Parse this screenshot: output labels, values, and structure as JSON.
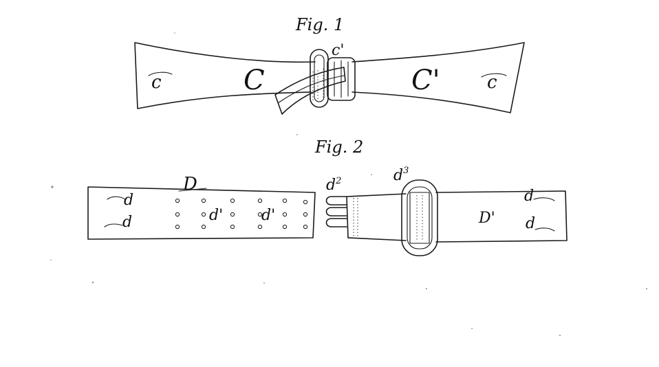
{
  "figures": {
    "fig1": {
      "caption": "Fig. 1",
      "labels": {
        "strap_left": "C",
        "strap_right": "C'",
        "end_left": "c",
        "end_right": "c",
        "buckle": "c'"
      }
    },
    "fig2": {
      "caption": "Fig. 2",
      "labels": {
        "strap_left": "D",
        "strap_right": "D'",
        "end_left_top": "d",
        "end_left_bottom": "d",
        "holes_a": "d'",
        "holes_b": "d'",
        "hooks_base": "d",
        "hooks_sup": "2",
        "loop_base": "d",
        "loop_sup": "3",
        "end_right_top": "d",
        "end_right_bottom": "d"
      }
    }
  },
  "colors": {
    "ink": "#1a1a1a",
    "paper": "#ffffff"
  }
}
